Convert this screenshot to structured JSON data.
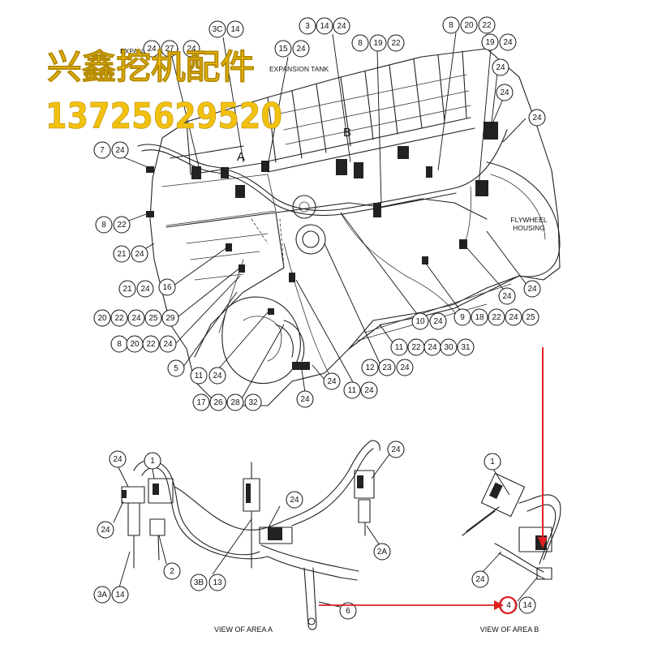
{
  "watermark": {
    "name": "兴鑫挖机配件",
    "phone": "13725629520"
  },
  "colors": {
    "watermark": "#f2c10f",
    "annotation": "#e02020",
    "line": "#222222"
  },
  "labels": {
    "area_a": "A",
    "area_b": "B",
    "flywheel_line1": "FLYWHEEL",
    "flywheel_line2": "HOUSING",
    "expansion_tank_1": "EXPANSION TANK",
    "expansion_tank_2": "EXPANSION TANK",
    "view_a": "VIEW OF AREA  A",
    "view_b": "VIEW OF AREA B"
  },
  "callout_groups": [
    {
      "id": "g-24-27-24",
      "items": [
        "24",
        "27",
        "24"
      ]
    },
    {
      "id": "g-3c-14",
      "items": [
        "3C",
        "14"
      ]
    },
    {
      "id": "g-15-24",
      "items": [
        "15",
        "24"
      ]
    },
    {
      "id": "g-3-14-24",
      "items": [
        "3",
        "14",
        "24"
      ]
    },
    {
      "id": "g-8-19-22",
      "items": [
        "8",
        "19",
        "22"
      ]
    },
    {
      "id": "g-8-20-22",
      "items": [
        "8",
        "20",
        "22"
      ]
    },
    {
      "id": "g-19-24",
      "items": [
        "19",
        "24"
      ]
    },
    {
      "id": "g-24-a",
      "items": [
        "24"
      ]
    },
    {
      "id": "g-24-b",
      "items": [
        "24"
      ]
    },
    {
      "id": "g-24-c",
      "items": [
        "24"
      ]
    },
    {
      "id": "g-7-24",
      "items": [
        "7",
        "24"
      ]
    },
    {
      "id": "g-8-22",
      "items": [
        "8",
        "22"
      ]
    },
    {
      "id": "g-21-24-a",
      "items": [
        "21",
        "24"
      ]
    },
    {
      "id": "g-21-24-16",
      "items": [
        "21",
        "24",
        "16"
      ]
    },
    {
      "id": "g-20-22-24-25-29",
      "items": [
        "20",
        "22",
        "24",
        "25",
        "29"
      ]
    },
    {
      "id": "g-8-20-22-24",
      "items": [
        "8",
        "20",
        "22",
        "24"
      ]
    },
    {
      "id": "g-5",
      "items": [
        "5"
      ]
    },
    {
      "id": "g-11-24-a",
      "items": [
        "11",
        "24"
      ]
    },
    {
      "id": "g-17-26-28-32",
      "items": [
        "17",
        "26",
        "28",
        "32"
      ]
    },
    {
      "id": "g-24-d",
      "items": [
        "24"
      ]
    },
    {
      "id": "g-24-e",
      "items": [
        "24"
      ]
    },
    {
      "id": "g-11-24-b",
      "items": [
        "11",
        "24"
      ]
    },
    {
      "id": "g-12-23-24",
      "items": [
        "12",
        "23",
        "24"
      ]
    },
    {
      "id": "g-11-22-24-30-31",
      "items": [
        "11",
        "22",
        "24",
        "30",
        "31"
      ]
    },
    {
      "id": "g-10-24",
      "items": [
        "10",
        "24"
      ]
    },
    {
      "id": "g-9-18-22-24-25",
      "items": [
        "9",
        "18",
        "22",
        "24",
        "25"
      ]
    },
    {
      "id": "g-24-f",
      "items": [
        "24"
      ]
    },
    {
      "id": "g-24-g",
      "items": [
        "24"
      ]
    },
    {
      "id": "a-24-top",
      "items": [
        "24"
      ]
    },
    {
      "id": "a-24-left",
      "items": [
        "24"
      ]
    },
    {
      "id": "a-1",
      "items": [
        "1"
      ]
    },
    {
      "id": "a-2",
      "items": [
        "2"
      ]
    },
    {
      "id": "a-3a-14",
      "items": [
        "3A",
        "14"
      ]
    },
    {
      "id": "a-24-mid",
      "items": [
        "24"
      ]
    },
    {
      "id": "a-3b-13",
      "items": [
        "3B",
        "13"
      ]
    },
    {
      "id": "a-24-right",
      "items": [
        "24"
      ]
    },
    {
      "id": "a-2a",
      "items": [
        "2A"
      ]
    },
    {
      "id": "a-6",
      "items": [
        "6"
      ]
    },
    {
      "id": "b-1",
      "items": [
        "1"
      ]
    },
    {
      "id": "b-24",
      "items": [
        "24"
      ]
    },
    {
      "id": "b-4-14",
      "items": [
        "4",
        "14"
      ]
    }
  ]
}
